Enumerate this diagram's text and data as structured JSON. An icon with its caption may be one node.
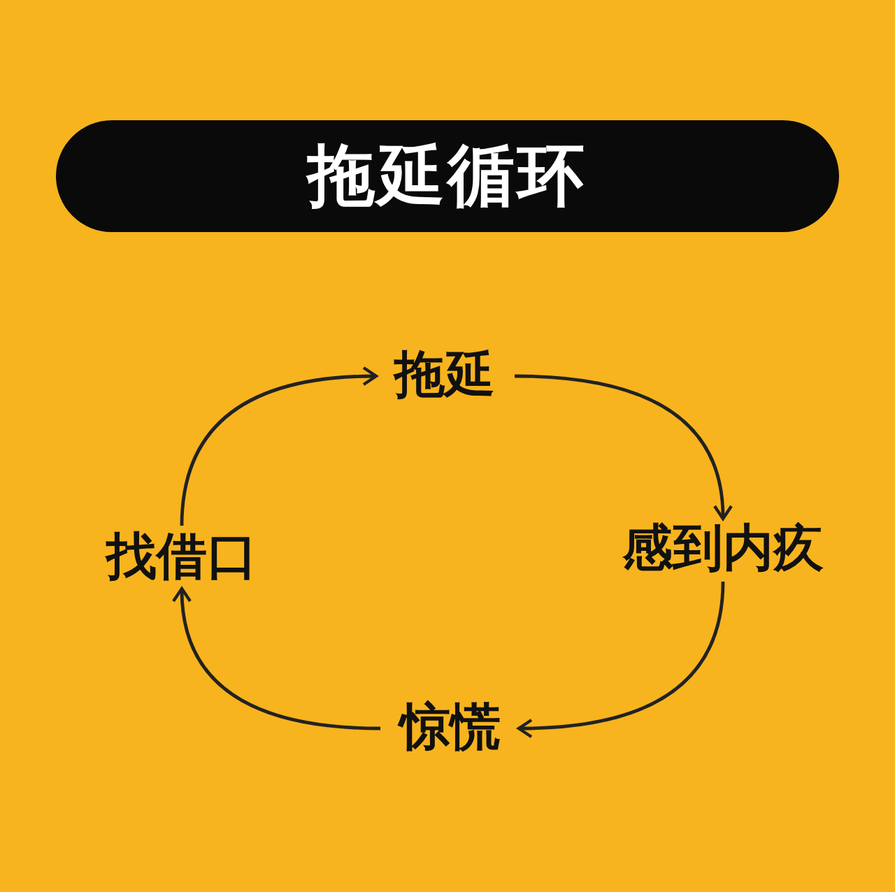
{
  "diagram": {
    "title": "拖延循环",
    "nodes": [
      {
        "text": [
          "拖延"
        ]
      },
      {
        "text": [
          "感到内疚"
        ]
      },
      {
        "text": [
          "惊慌"
        ]
      },
      {
        "text": [
          "找借口"
        ]
      }
    ],
    "edges": [
      {
        "from": 0,
        "to": 1,
        "arrow": "to"
      },
      {
        "from": 1,
        "to": 2,
        "arrow": "to"
      },
      {
        "from": 2,
        "to": 3,
        "arrow": "to"
      },
      {
        "from": 3,
        "to": 0,
        "arrow": "to"
      }
    ]
  }
}
